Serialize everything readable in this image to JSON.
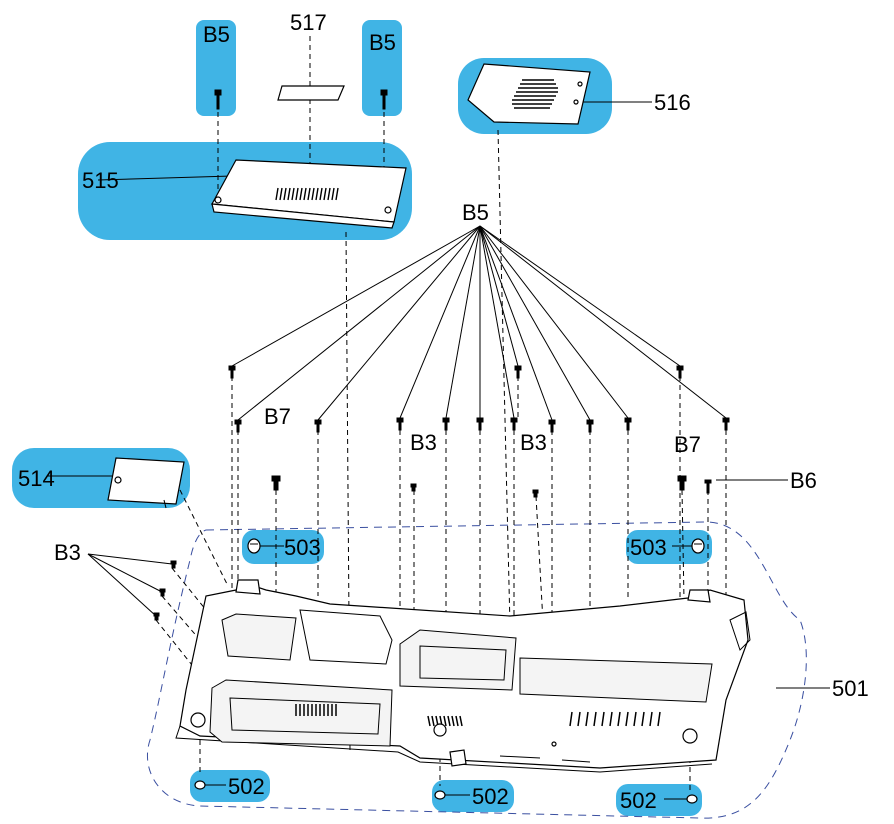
{
  "labels": {
    "b5_top_left": "B5",
    "b5_top_right": "B5",
    "p517": "517",
    "p516": "516",
    "p515": "515",
    "b5_center": "B5",
    "b7_left": "B7",
    "b3_mid_left": "B3",
    "b3_mid_right": "B3",
    "b7_right": "B7",
    "b6": "B6",
    "p514": "514",
    "b3_left": "B3",
    "p503_left": "503",
    "p503_right": "503",
    "p501": "501",
    "p502_left": "502",
    "p502_mid": "502",
    "p502_right": "502"
  },
  "colors": {
    "highlight": "#40b4e5",
    "assembly_outline": "#3a4fa0"
  }
}
